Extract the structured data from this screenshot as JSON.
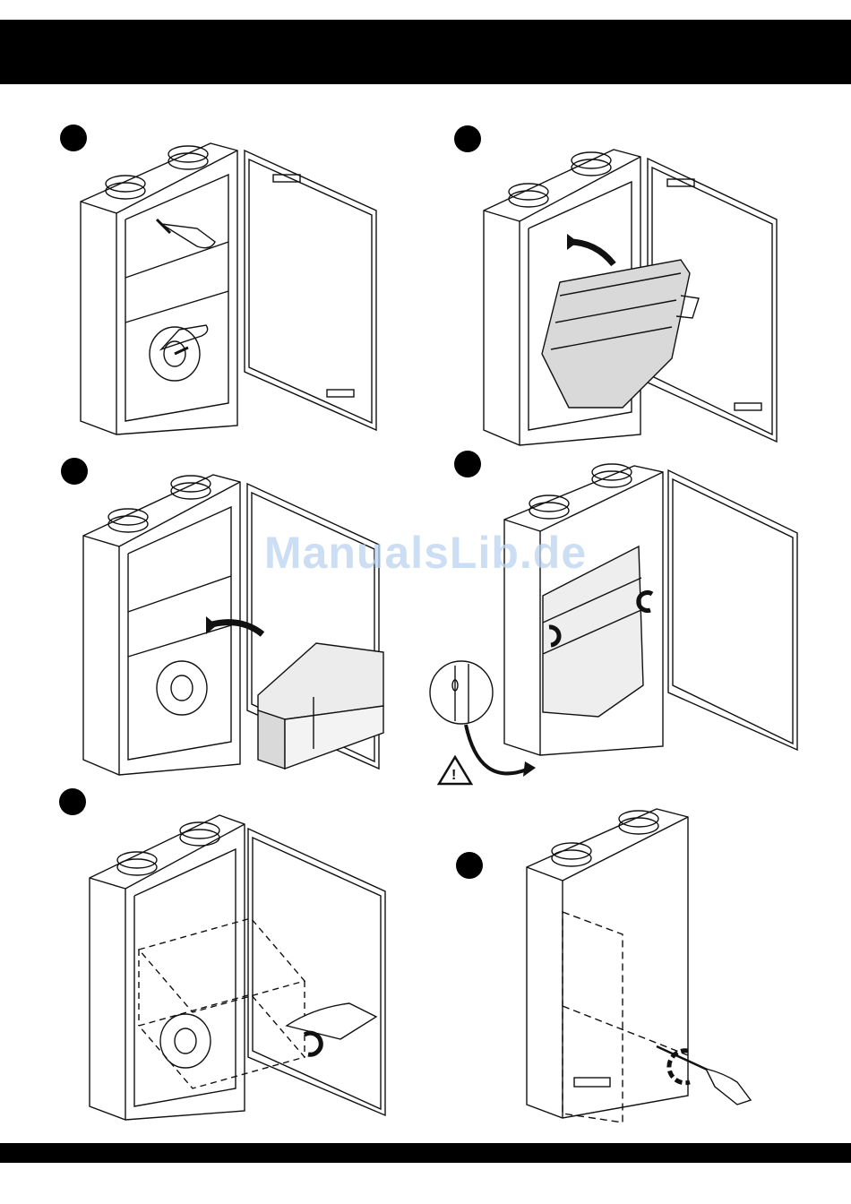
{
  "watermark": {
    "text": "ManualsLib.de"
  },
  "steps": [
    {
      "id": 1,
      "description": "unit-with-open-door-hands-unscrewing-fasteners"
    },
    {
      "id": 2,
      "description": "cover-panel-removed-from-unit"
    },
    {
      "id": 3,
      "description": "filter-cassette-inserted-into-unit"
    },
    {
      "id": 4,
      "description": "hands-turning-latches-with-warning-detail"
    },
    {
      "id": 5,
      "description": "dashed-outline-showing-reinsertion-path"
    },
    {
      "id": 6,
      "description": "closed-unit-tightening-screw"
    }
  ],
  "colors": {
    "band": "#000000",
    "line": "#111111",
    "panel_fill": "#d9d9d9",
    "watermark": "#bcd3ef"
  }
}
